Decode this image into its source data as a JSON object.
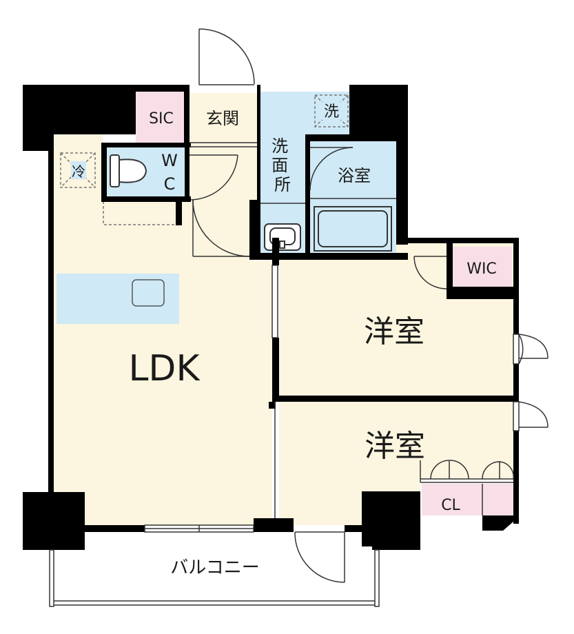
{
  "rooms": {
    "ldk": "LDK",
    "western_room_1": "洋室",
    "western_room_2": "洋室",
    "balcony": "バルコニー",
    "bathroom": "浴室",
    "washroom": "洗面所",
    "entrance": "玄関",
    "sic": "SIC",
    "wic": "WIC",
    "cl": "CL",
    "wc_w": "W",
    "wc_c": "C"
  },
  "symbols": {
    "fridge": "冷",
    "washer": "洗"
  },
  "colors": {
    "living_floor": "#fcf5df",
    "wet_area": "#cfe9f6",
    "storage": "#f8dfe7",
    "wall": "#000000"
  }
}
